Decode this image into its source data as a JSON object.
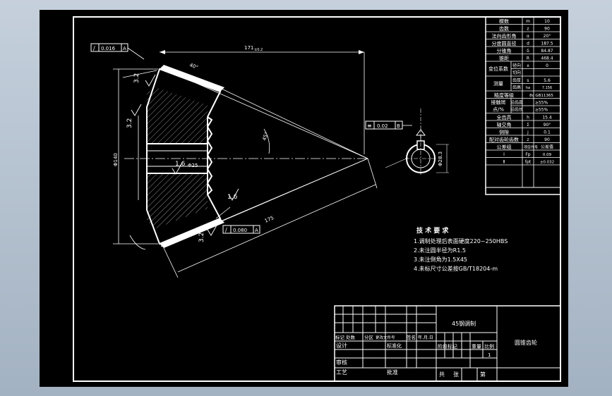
{
  "params": {
    "rows": [
      {
        "name": "模数",
        "sym": "m",
        "val": "10"
      },
      {
        "name": "齿数",
        "sym": "z",
        "val": "90"
      },
      {
        "name": "法向齿形角",
        "sym": "α",
        "val": "20°"
      },
      {
        "name": "分度圆直径",
        "sym": "d",
        "val": "187.5"
      },
      {
        "name": "分锥角",
        "sym": "δ",
        "val": "84.87"
      },
      {
        "name": "锥距",
        "sym": "R",
        "val": "468.4"
      }
    ],
    "shift_label": "变位系数",
    "shift_radial": "径向",
    "shift_tang": "切向",
    "shift_sym": "x",
    "shift_val": "0",
    "measure_label": "测量",
    "measure_r1": "齿厚",
    "measure_r2": "齿高",
    "measure_sym1": "s",
    "measure_val1": "5.6",
    "measure_sym2": "ha",
    "measure_val2": "7.156",
    "grade_label": "精度等级",
    "grade_val": "8c GB11365",
    "contact_label": "接触斑",
    "contact_label2": "点/%",
    "contact_r1": "沿齿高",
    "contact_r2": "沿齿长",
    "contact_v1": "≥55%",
    "contact_v2": "≥55%",
    "fullh_label": "全齿高",
    "fullh_sym": "h",
    "fullh_val": "15.4",
    "shaft_label": "轴交角",
    "shaft_sym": "Σ",
    "shaft_val": "90°",
    "side_label": "侧隙",
    "side_sym": "j",
    "side_val": "0.1",
    "mate_label": "配对齿轮齿数",
    "mate_sym": "z",
    "mate_val": "90",
    "tol_label": "公差组",
    "item_label": "项目代号",
    "item_val": "公差值",
    "tol_rows": [
      {
        "grp": "Ⅰ",
        "code": "Fp",
        "val": "0.09"
      },
      {
        "grp": "Ⅱ",
        "code": "fpt",
        "val": "±0.032"
      }
    ]
  },
  "annotations": {
    "flatness_tl": "0.016",
    "flatness_tl_ref": "A",
    "flatness_bottom": "0.080",
    "flatness_bottom_ref": "A",
    "keyway_tol": "0.02",
    "keyway_ref": "B",
    "dim_top": "171",
    "dim_top_tol": "±0.2",
    "dim_left_dia": "Φ140",
    "dim_bore": "Φ25",
    "dim_cone": "175",
    "dim_angle_top": "40°",
    "dim_angle_cone": "45°",
    "dim_right_key": "Φ28.3",
    "rough_1": "3.2",
    "rough_2": "3.2",
    "rough_3": "1.6",
    "rough_4": "1.6",
    "rough_5": "3.2"
  },
  "tech": {
    "title": "技 术 要 求",
    "items": [
      "1.调制处理后表面硬度220~250HBS",
      "2.未注圆半径为R1.5",
      "3.未注倒角为1.5X45",
      "4.未标尺寸公差按GB/T18204-m"
    ]
  },
  "titleblock": {
    "material": "45钢调制",
    "part_name": "圆锥齿轮",
    "hdr_mark": "标记",
    "hdr_count": "处数",
    "hdr_zone": "分区",
    "hdr_doc": "更改文件号",
    "hdr_sign": "签名",
    "hdr_date": "年.月.日",
    "design": "设计",
    "std": "标准化",
    "review": "审核",
    "process": "工艺",
    "approve": "批准",
    "stage_mark": "阶段标记",
    "weight": "重量",
    "scale": "比例",
    "scale_val": "1",
    "total": "共",
    "sheet_word": "张",
    "page": "第"
  }
}
